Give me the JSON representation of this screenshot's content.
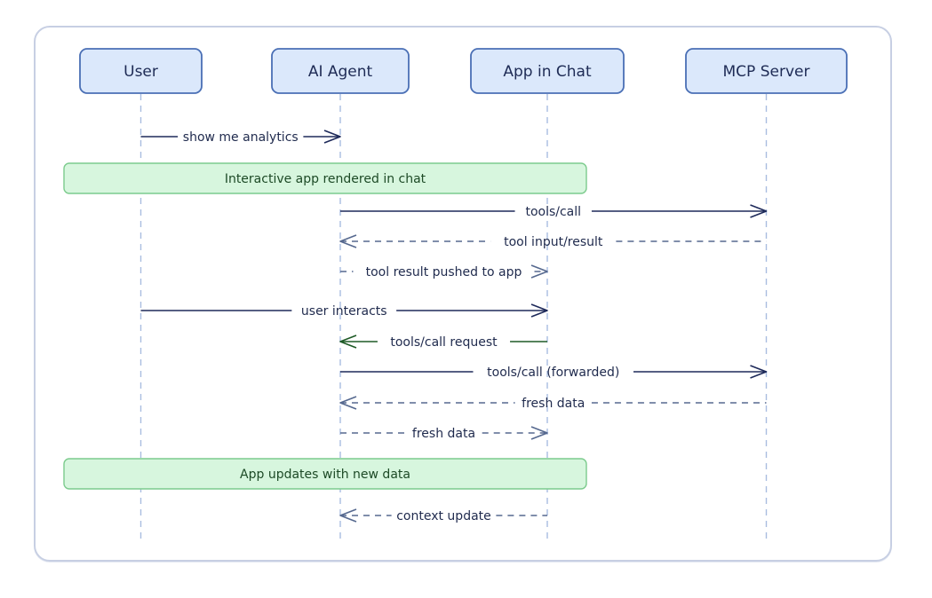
{
  "participants": [
    {
      "id": "user",
      "label": "User"
    },
    {
      "id": "agent",
      "label": "AI Agent"
    },
    {
      "id": "app",
      "label": "App in Chat"
    },
    {
      "id": "mcp",
      "label": "MCP Server"
    }
  ],
  "notes": [
    {
      "label": "Interactive app rendered in chat",
      "from": "user",
      "to": "app"
    },
    {
      "label": "App updates with new data",
      "from": "user",
      "to": "app"
    }
  ],
  "messages": [
    {
      "from": "user",
      "to": "agent",
      "label": "show me analytics",
      "style": "solid"
    },
    {
      "from": "agent",
      "to": "mcp",
      "label": "tools/call",
      "style": "solid"
    },
    {
      "from": "mcp",
      "to": "agent",
      "label": "tool input/result",
      "style": "dashed"
    },
    {
      "from": "agent",
      "to": "app",
      "label": "tool result pushed to app",
      "style": "dashed"
    },
    {
      "from": "user",
      "to": "app",
      "label": "user interacts",
      "style": "solid"
    },
    {
      "from": "app",
      "to": "agent",
      "label": "tools/call request",
      "style": "solid-green"
    },
    {
      "from": "agent",
      "to": "mcp",
      "label": "tools/call (forwarded)",
      "style": "solid"
    },
    {
      "from": "mcp",
      "to": "agent",
      "label": "fresh data",
      "style": "dashed"
    },
    {
      "from": "agent",
      "to": "app",
      "label": "fresh data",
      "style": "dashed"
    },
    {
      "from": "app",
      "to": "agent",
      "label": "context update",
      "style": "dashed"
    }
  ],
  "colors": {
    "participant_fill": "#dbe8fb",
    "participant_stroke": "#4a6fb5",
    "note_fill": "#d7f6de",
    "note_stroke": "#7ccb8d",
    "solid_arrow": "#1e2a5a",
    "dashed_arrow": "#56698f",
    "green_arrow": "#1e5a26",
    "lifeline": "#a9bde0"
  }
}
